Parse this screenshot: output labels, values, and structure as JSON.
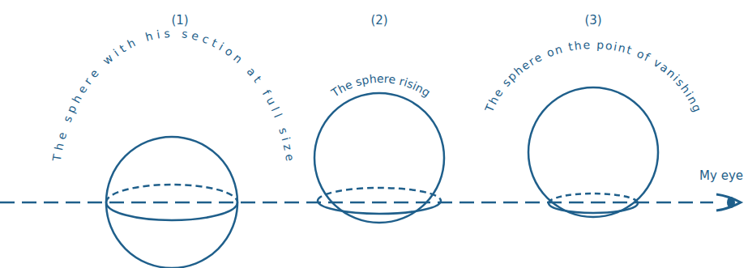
{
  "diagram": {
    "labels": [
      "(1)",
      "(2)",
      "(3)",
      "The sphere with his section at full size",
      "The sphere rising",
      "The sphere on the point of vanishing",
      "My eye"
    ]
  }
}
